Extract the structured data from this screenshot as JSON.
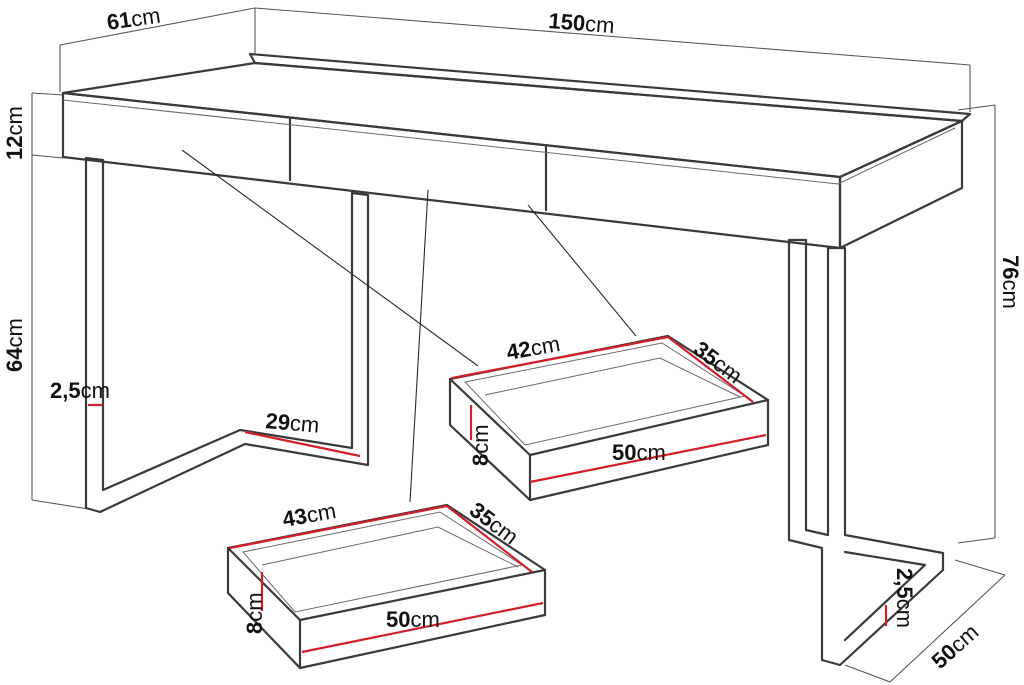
{
  "accent_color": "#d2202a",
  "unit": "cm",
  "dimensions": {
    "desk_depth": "61",
    "desk_width": "150",
    "top_height": "12",
    "leg_height": "64",
    "total_height": "76",
    "leg_thickness_left": "2,5",
    "leg_foot_left": "29",
    "leg_thickness_right": "2,5",
    "foot_depth": "50",
    "drawer_right": {
      "width": "42",
      "depth": "35",
      "height": "8",
      "front": "50"
    },
    "drawer_left": {
      "width": "43",
      "depth": "35",
      "height": "8",
      "front": "50"
    }
  }
}
